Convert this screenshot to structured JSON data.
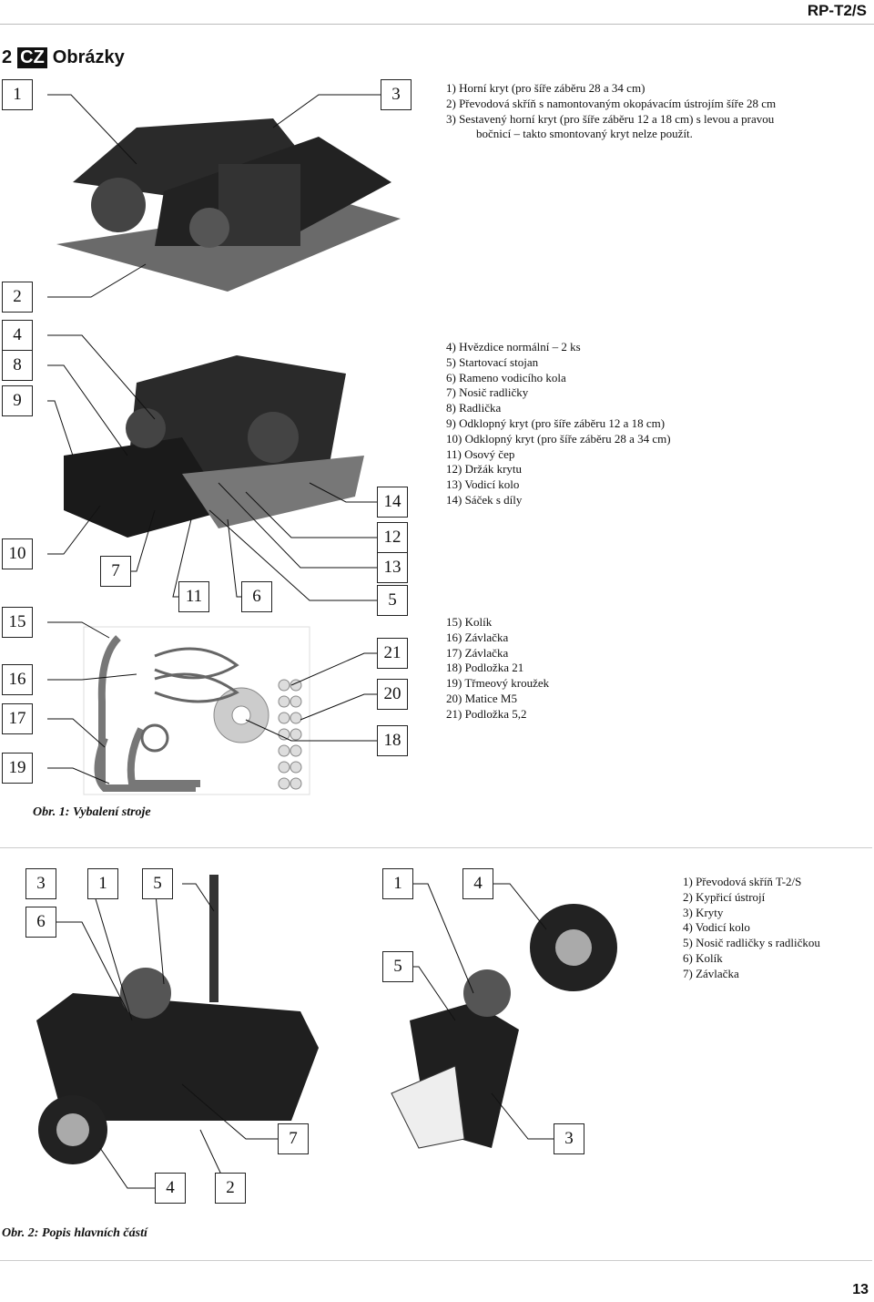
{
  "header": {
    "code": "RP-T2/S",
    "page_number": "13"
  },
  "section": {
    "number": "2",
    "lang_badge": "CZ",
    "title": "Obrázky"
  },
  "figure1": {
    "caption": "Obr. 1: Vybalení stroje",
    "labels": [
      "1",
      "3",
      "2",
      "4",
      "8",
      "9",
      "14",
      "10",
      "7",
      "11",
      "6",
      "12",
      "13",
      "5",
      "15",
      "16",
      "17",
      "19",
      "21",
      "20",
      "18"
    ],
    "list1": [
      "1) Horní kryt (pro šíře záběru 28 a 34 cm)",
      "2) Převodová skříň s namontovaným okopávacím ústrojím šíře 28 cm",
      "3) Sestavený horní kryt (pro šíře záběru 12 a 18 cm) s levou a pravou",
      "bočnicí – takto smontovaný kryt nelze použít."
    ],
    "list2": [
      "4) Hvězdice normální – 2 ks",
      "5) Startovací stojan",
      "6) Rameno vodicího kola",
      "7) Nosič radličky",
      "8) Radlička",
      "9) Odklopný kryt (pro šíře záběru 12 a 18 cm)",
      "10) Odklopný kryt (pro šíře záběru 28 a 34 cm)",
      "11) Osový čep",
      "12) Držák krytu",
      "13) Vodicí kolo",
      "14) Sáček s díly"
    ],
    "list3": [
      "15) Kolík",
      "16) Závlačka",
      "17) Závlačka",
      "18) Podložka 21",
      "19) Třmeový kroužek",
      "20) Matice M5",
      "21) Podložka 5,2"
    ]
  },
  "figure2": {
    "caption": "Obr. 2: Popis hlavních částí",
    "labels": [
      "3",
      "1",
      "5",
      "6",
      "1",
      "4",
      "5",
      "7",
      "3",
      "4",
      "2"
    ],
    "list": [
      "1) Převodová skříň T-2/S",
      "2) Kypřicí ústrojí",
      "3) Kryty",
      "4) Vodicí kolo",
      "5) Nosič radličky s radličkou",
      "6) Kolík",
      "7) Závlačka"
    ]
  }
}
